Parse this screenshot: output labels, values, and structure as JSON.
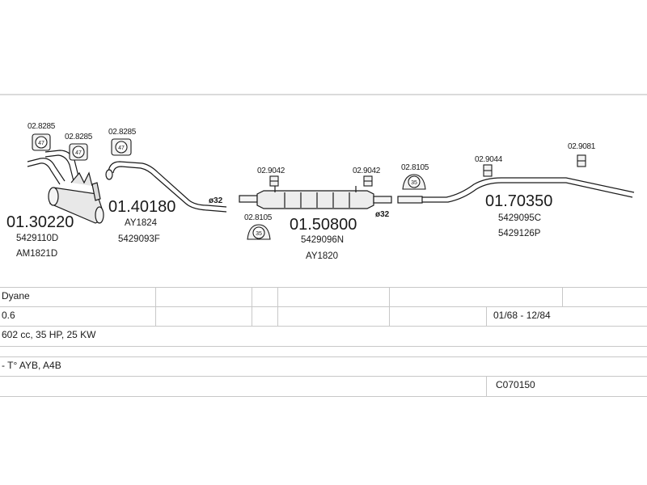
{
  "diagram": {
    "parts": [
      {
        "id": "p1",
        "number": "01.30220",
        "refs": [
          "5429110D",
          "AM1821D"
        ]
      },
      {
        "id": "p2",
        "number": "01.40180",
        "refs": [
          "AY1824",
          "5429093F"
        ]
      },
      {
        "id": "p3",
        "number": "01.50800",
        "refs": [
          "5429096N",
          "AY1820"
        ]
      },
      {
        "id": "p4",
        "number": "01.70350",
        "refs": [
          "5429095C",
          "5429126P"
        ]
      }
    ],
    "clamps": [
      {
        "id": "c1",
        "number": "02.8285",
        "size": "47"
      },
      {
        "id": "c2",
        "number": "02.8285",
        "size": "47"
      },
      {
        "id": "c3",
        "number": "02.8285",
        "size": "47"
      },
      {
        "id": "c4",
        "number": "02.9042"
      },
      {
        "id": "c5",
        "number": "02.9042"
      },
      {
        "id": "c6",
        "number": "02.8105",
        "size": "35"
      },
      {
        "id": "c7",
        "number": "02.8105",
        "size": "35"
      },
      {
        "id": "c8",
        "number": "02.9044"
      },
      {
        "id": "c9",
        "number": "02.9081"
      }
    ],
    "diameters": [
      "ø32",
      "ø32"
    ]
  },
  "info": {
    "model": "Dyane",
    "engine": "0.6",
    "years": "01/68 - 12/84",
    "spec": "602 cc, 35 HP, 25 KW",
    "engine_codes": "- T° AYB, A4B",
    "kit_code": "C070150"
  }
}
